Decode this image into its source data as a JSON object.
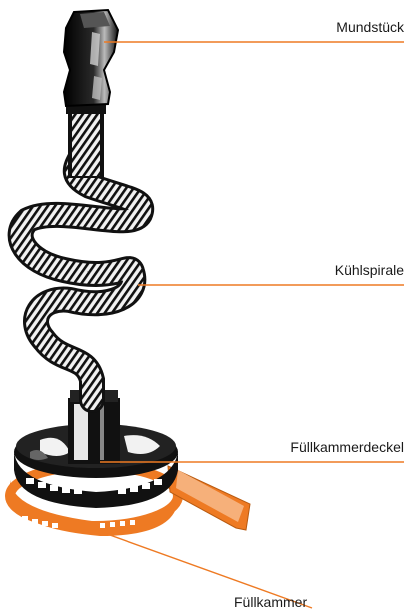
{
  "colors": {
    "accent": "#ee7a23",
    "ink": "#111111",
    "background": "#ffffff"
  },
  "labels": {
    "mouthpiece": "Mundstück",
    "cooling_coil": "Kühlspirale",
    "chamber_lid": "Füllkammerdeckel",
    "chamber": "Füllkammer"
  }
}
